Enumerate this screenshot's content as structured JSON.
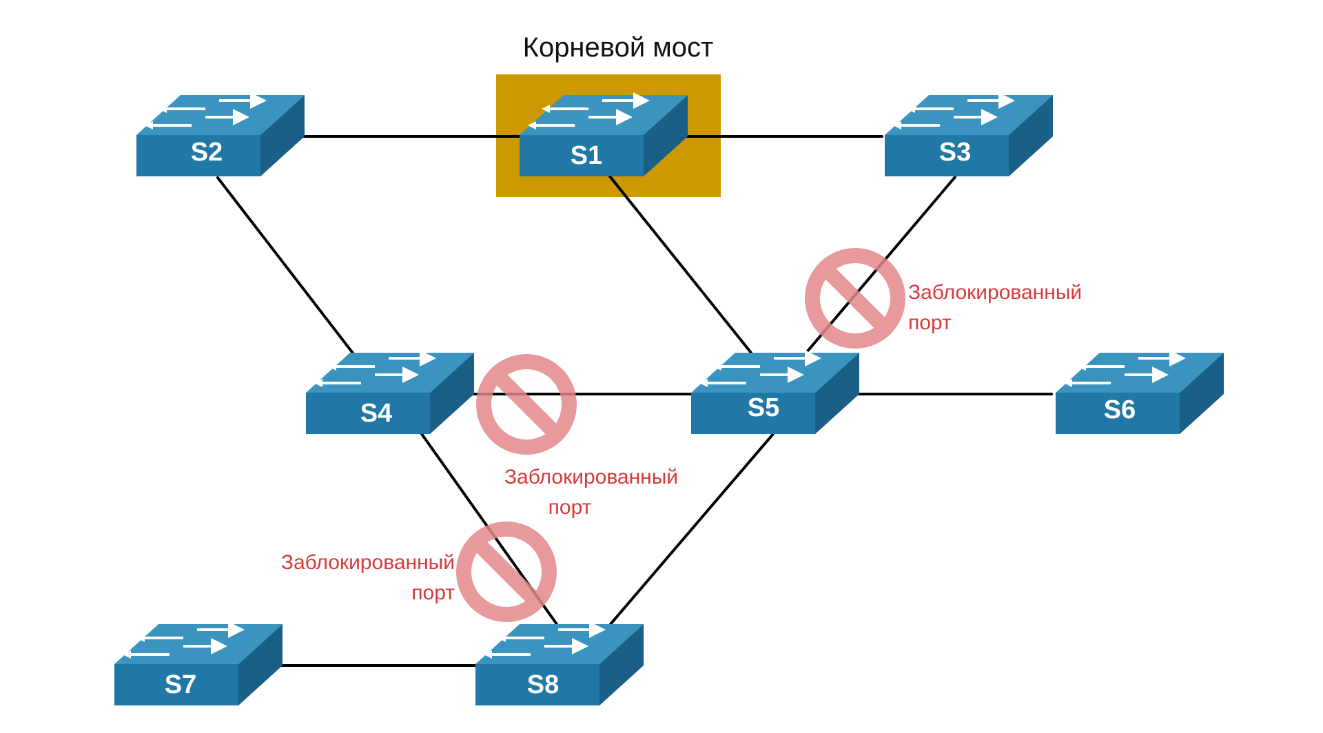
{
  "title": "Корневой мост",
  "colors": {
    "root_highlight": "#CC9900",
    "switch_front": "#2177A5",
    "switch_top": "#3B93BF",
    "switch_side": "#1A5F86",
    "link": "#000000",
    "blocked_symbol": "#E3878A",
    "blocked_text": "#D63A3A"
  },
  "switches": [
    {
      "id": "S1",
      "label": "S1",
      "root": true
    },
    {
      "id": "S2",
      "label": "S2"
    },
    {
      "id": "S3",
      "label": "S3"
    },
    {
      "id": "S4",
      "label": "S4"
    },
    {
      "id": "S5",
      "label": "S5"
    },
    {
      "id": "S6",
      "label": "S6"
    },
    {
      "id": "S7",
      "label": "S7"
    },
    {
      "id": "S8",
      "label": "S8"
    }
  ],
  "links": [
    {
      "from": "S2",
      "to": "S1"
    },
    {
      "from": "S1",
      "to": "S3"
    },
    {
      "from": "S2",
      "to": "S4"
    },
    {
      "from": "S1",
      "to": "S5"
    },
    {
      "from": "S3",
      "to": "S5",
      "blocked": true
    },
    {
      "from": "S4",
      "to": "S5",
      "blocked": true
    },
    {
      "from": "S5",
      "to": "S6"
    },
    {
      "from": "S4",
      "to": "S8",
      "blocked": true
    },
    {
      "from": "S5",
      "to": "S8"
    },
    {
      "from": "S7",
      "to": "S8"
    }
  ],
  "blocked_ports": [
    {
      "link": "S3-S5",
      "line1": "Заблокированный",
      "line2": "порт"
    },
    {
      "link": "S4-S5",
      "line1": "Заблокированный",
      "line2": "порт"
    },
    {
      "link": "S4-S8",
      "line1": "Заблокированный",
      "line2": "порт"
    }
  ]
}
